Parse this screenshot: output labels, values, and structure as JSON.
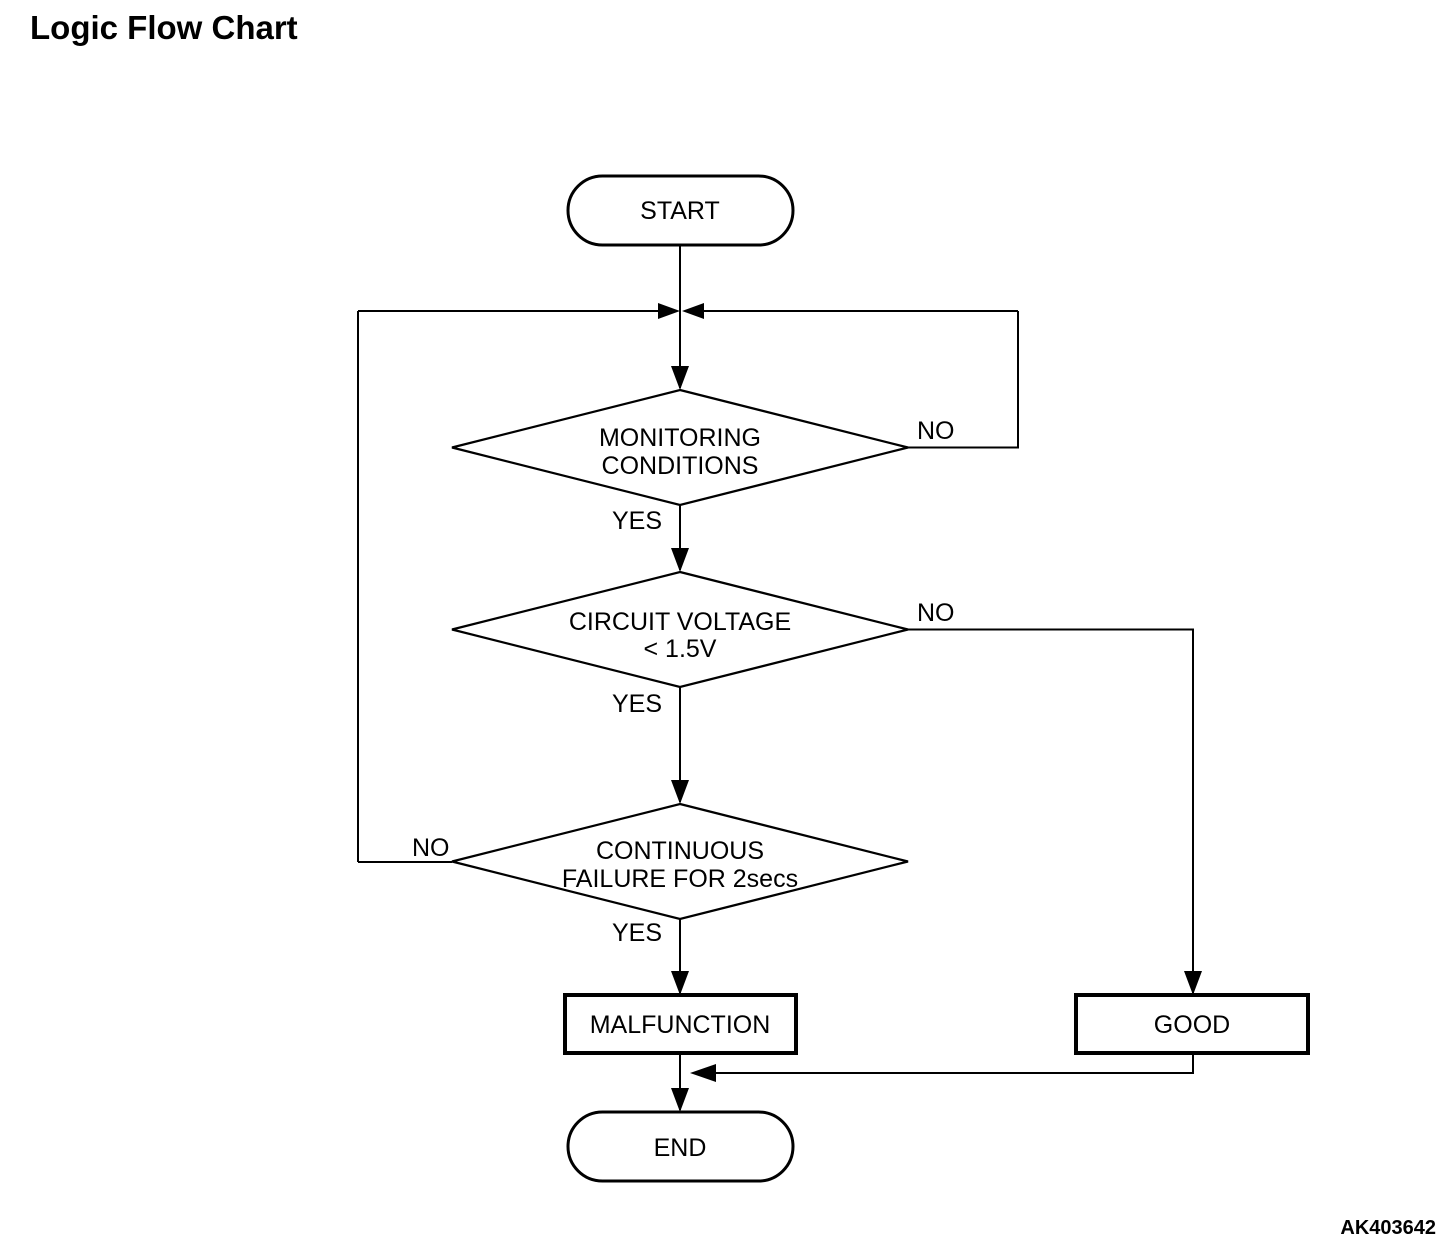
{
  "title": "Logic Flow Chart",
  "figure_code": "AK403642",
  "flowchart": {
    "nodes": {
      "start": {
        "type": "terminator",
        "label": "START"
      },
      "monitoring_conditions": {
        "type": "decision",
        "line1": "MONITORING",
        "line2": "CONDITIONS"
      },
      "circuit_voltage": {
        "type": "decision",
        "line1": "CIRCUIT VOLTAGE",
        "line2": "< 1.5V"
      },
      "continuous_failure": {
        "type": "decision",
        "line1": "CONTINUOUS",
        "line2": "FAILURE FOR 2secs"
      },
      "malfunction": {
        "type": "process",
        "label": "MALFUNCTION"
      },
      "good": {
        "type": "process",
        "label": "GOOD"
      },
      "end": {
        "type": "terminator",
        "label": "END"
      }
    },
    "branch_labels": {
      "monitoring_no": "NO",
      "monitoring_yes": "YES",
      "voltage_no": "NO",
      "voltage_yes": "YES",
      "failure_no": "NO",
      "failure_yes": "YES"
    },
    "edges": [
      {
        "from": "start",
        "to": "monitoring_conditions",
        "label": ""
      },
      {
        "from": "monitoring_conditions",
        "to": "monitoring_conditions",
        "label": "NO"
      },
      {
        "from": "monitoring_conditions",
        "to": "circuit_voltage",
        "label": "YES"
      },
      {
        "from": "circuit_voltage",
        "to": "good",
        "label": "NO"
      },
      {
        "from": "circuit_voltage",
        "to": "continuous_failure",
        "label": "YES"
      },
      {
        "from": "continuous_failure",
        "to": "monitoring_conditions",
        "label": "NO"
      },
      {
        "from": "continuous_failure",
        "to": "malfunction",
        "label": "YES"
      },
      {
        "from": "malfunction",
        "to": "end",
        "label": ""
      },
      {
        "from": "good",
        "to": "end",
        "label": ""
      }
    ],
    "colors": {
      "line": "#000000",
      "fill": "#ffffff",
      "text": "#000000",
      "background": "#ffffff"
    }
  }
}
